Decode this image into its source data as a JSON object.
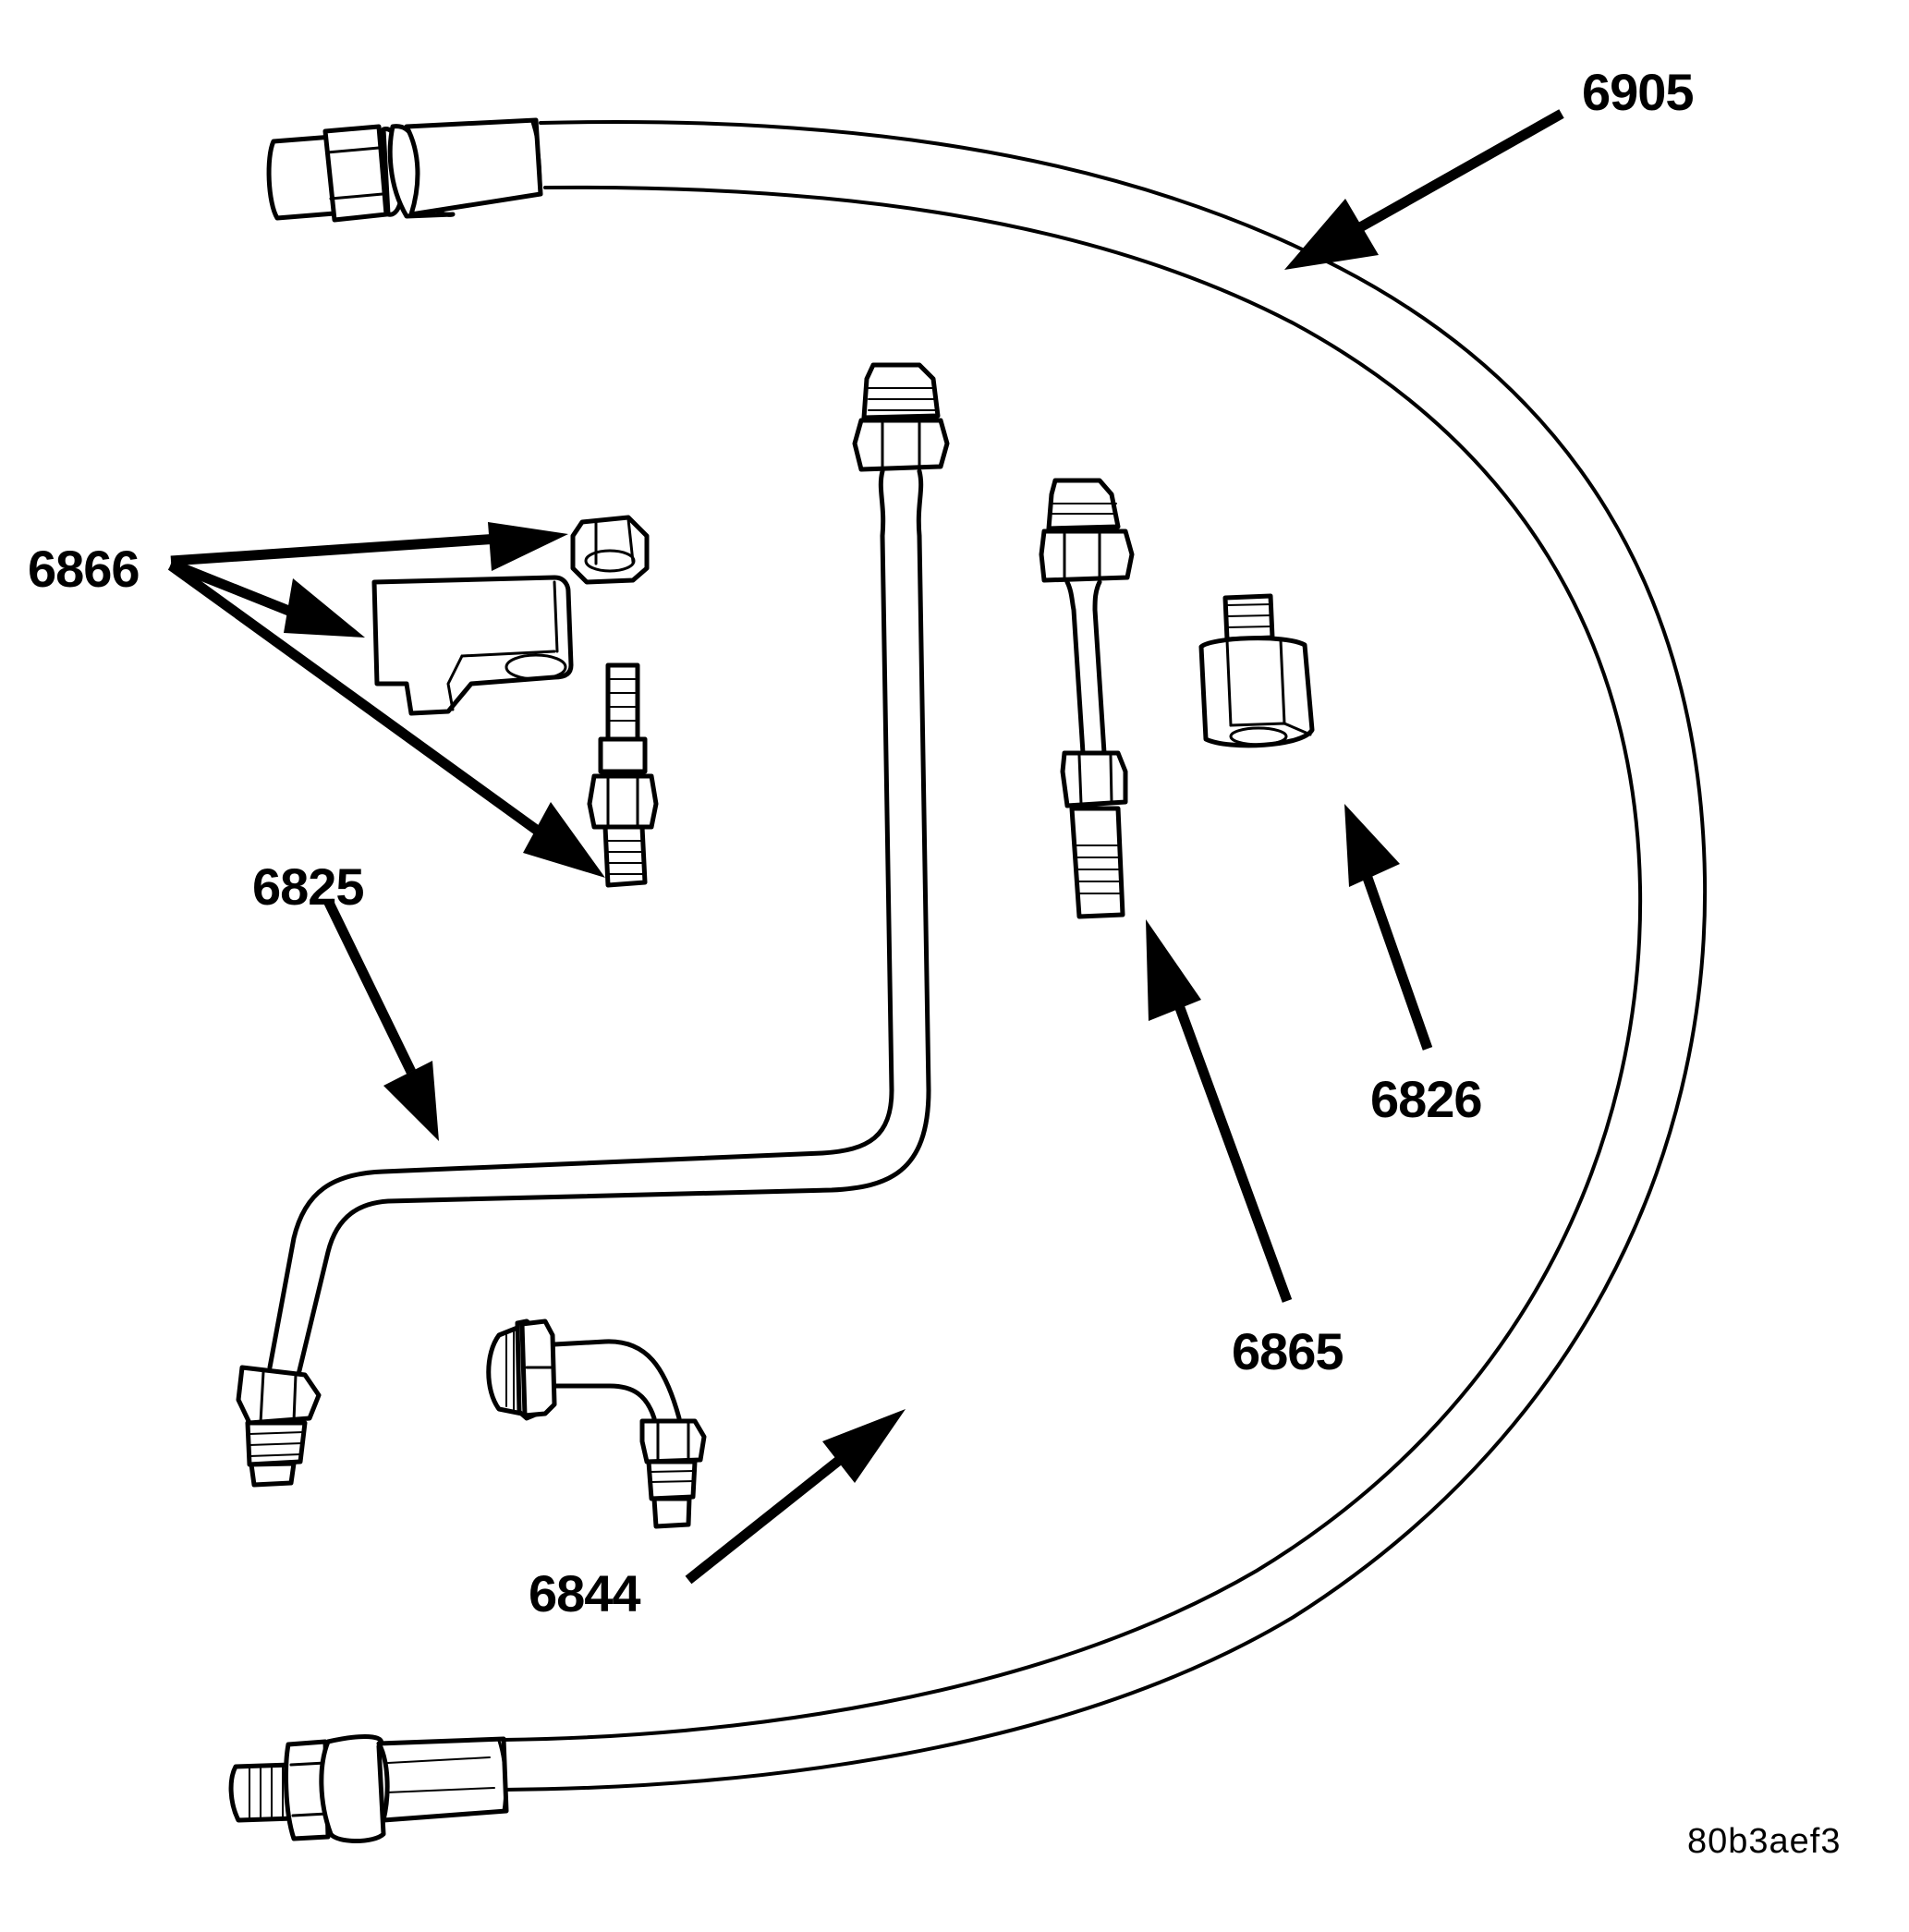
{
  "diagram": {
    "figure_id": "80b3aef3",
    "colors": {
      "line": "#000000",
      "background": "#ffffff"
    },
    "callouts": [
      {
        "id": "6905",
        "label": "6905",
        "part": "flexible hose with end fittings"
      },
      {
        "id": "6866",
        "label": "6866",
        "part": "nut, bracket and double-ended fitting set"
      },
      {
        "id": "6825",
        "label": "6825",
        "part": "bent tube with flare fittings"
      },
      {
        "id": "6865",
        "label": "6865",
        "part": "straight tube with hex fittings"
      },
      {
        "id": "6826",
        "label": "6826",
        "part": "hex adapter"
      },
      {
        "id": "6844",
        "label": "6844",
        "part": "90-degree elbow fitting"
      }
    ]
  }
}
